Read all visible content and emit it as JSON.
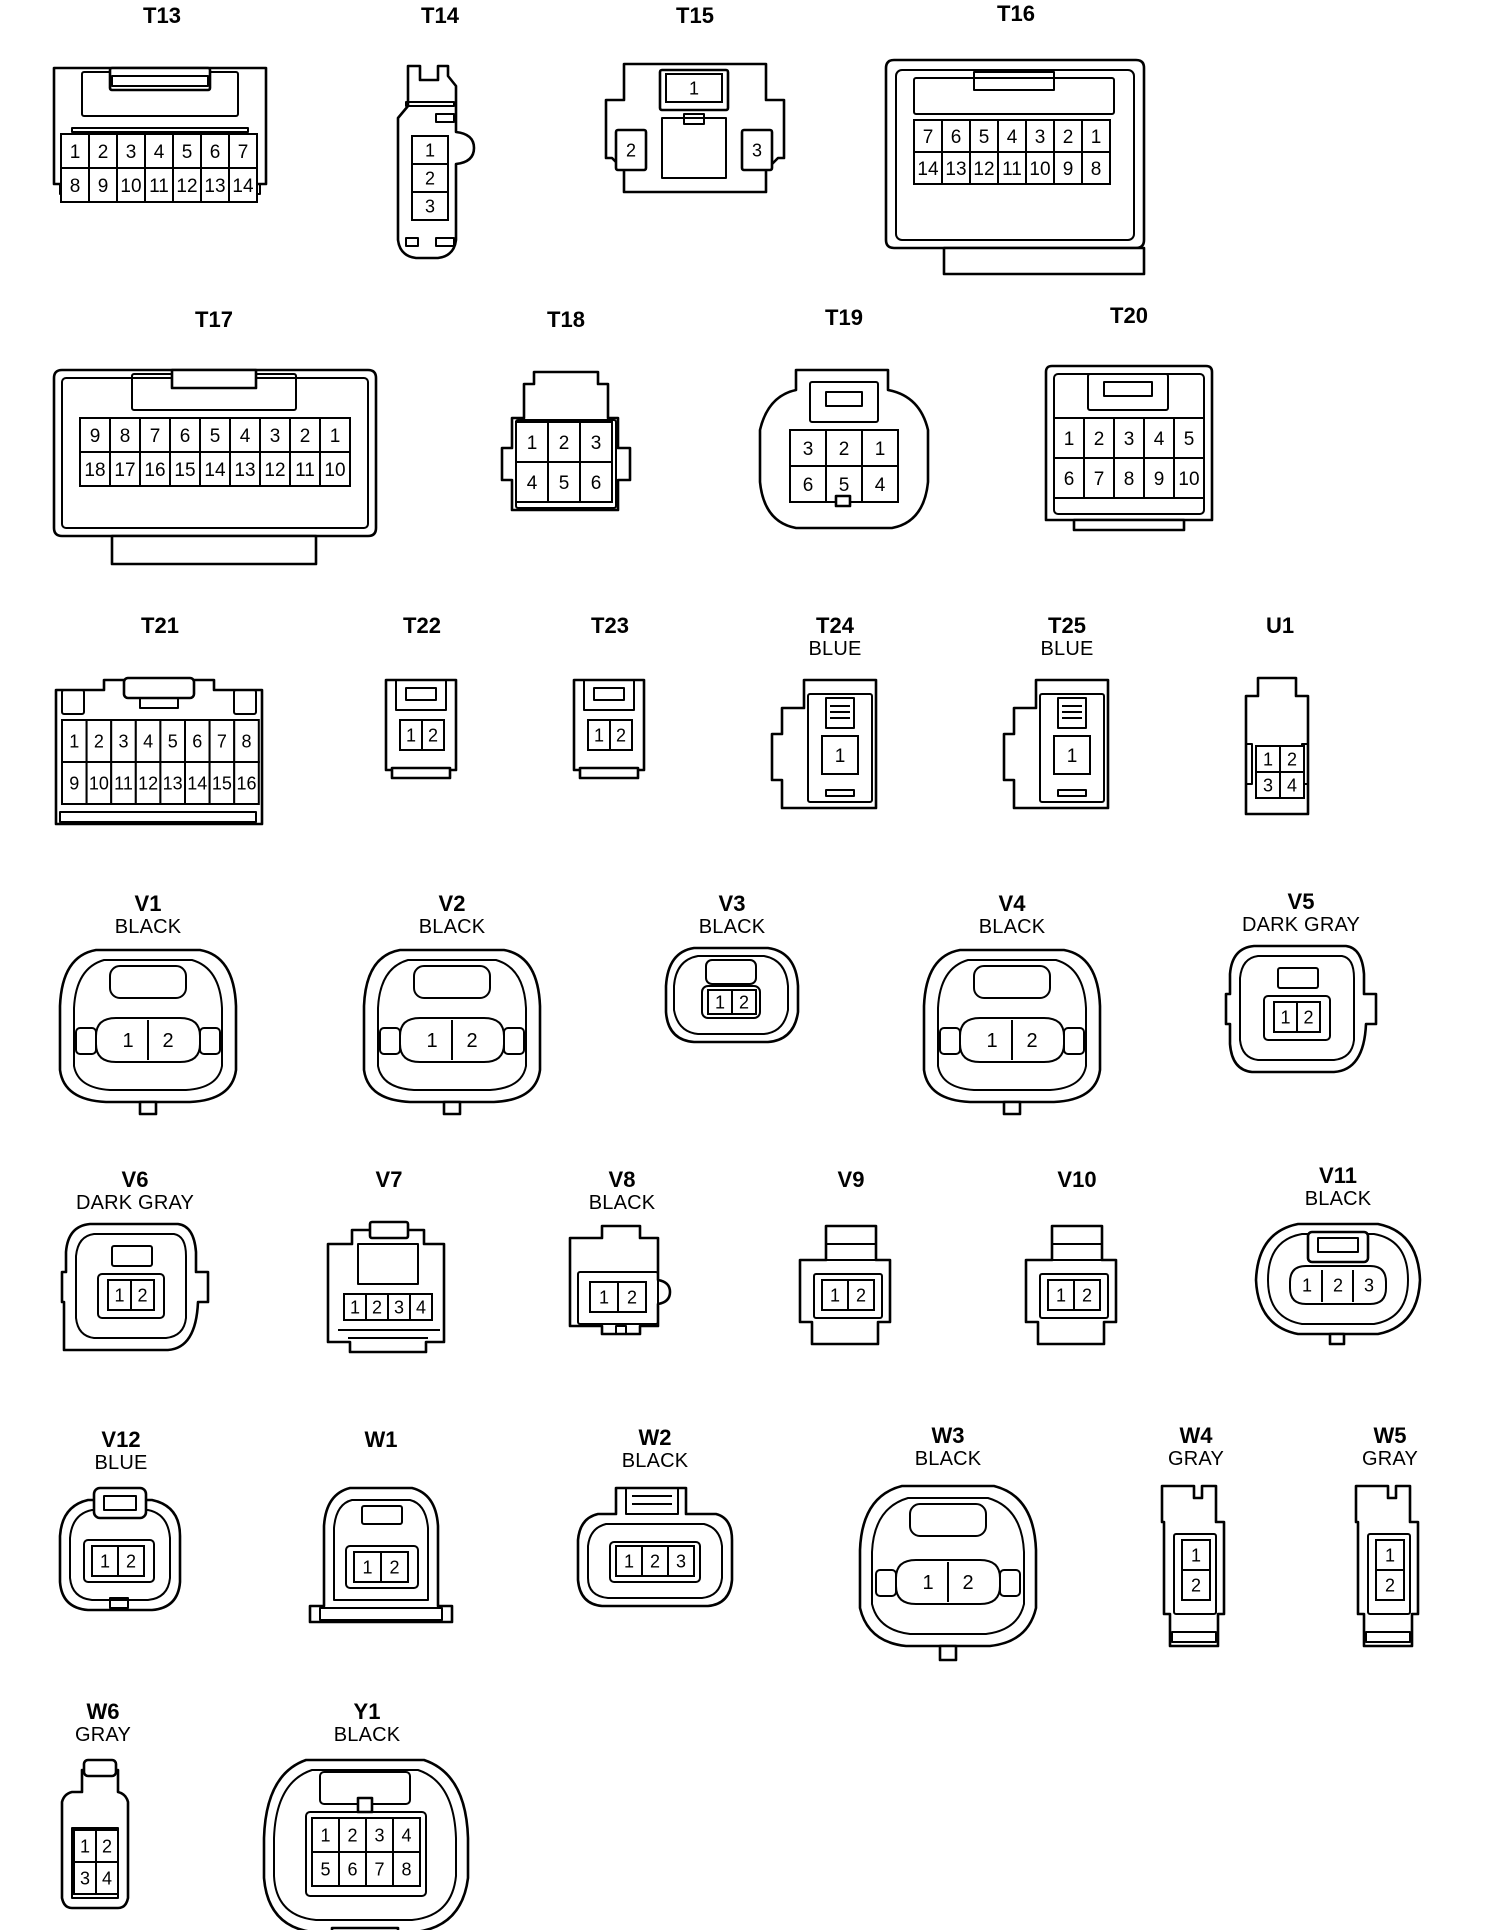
{
  "connectors": [
    {
      "id": "t13",
      "name": "T13",
      "color": "",
      "pins": [
        "1",
        "2",
        "3",
        "4",
        "5",
        "6",
        "7",
        "8",
        "9",
        "10",
        "11",
        "12",
        "13",
        "14"
      ]
    },
    {
      "id": "t14",
      "name": "T14",
      "color": "",
      "pins": [
        "1",
        "2",
        "3"
      ]
    },
    {
      "id": "t15",
      "name": "T15",
      "color": "",
      "pins": [
        "1",
        "2",
        "3"
      ]
    },
    {
      "id": "t16",
      "name": "T16",
      "color": "",
      "pins": [
        "7",
        "6",
        "5",
        "4",
        "3",
        "2",
        "1",
        "14",
        "13",
        "12",
        "11",
        "10",
        "9",
        "8"
      ]
    },
    {
      "id": "t17",
      "name": "T17",
      "color": "",
      "pins": [
        "9",
        "8",
        "7",
        "6",
        "5",
        "4",
        "3",
        "2",
        "1",
        "18",
        "17",
        "16",
        "15",
        "14",
        "13",
        "12",
        "11",
        "10"
      ]
    },
    {
      "id": "t18",
      "name": "T18",
      "color": "",
      "pins": [
        "1",
        "2",
        "3",
        "4",
        "5",
        "6"
      ]
    },
    {
      "id": "t19",
      "name": "T19",
      "color": "",
      "pins": [
        "3",
        "2",
        "1",
        "6",
        "5",
        "4"
      ]
    },
    {
      "id": "t20",
      "name": "T20",
      "color": "",
      "pins": [
        "1",
        "2",
        "3",
        "4",
        "5",
        "6",
        "7",
        "8",
        "9",
        "10"
      ]
    },
    {
      "id": "t21",
      "name": "T21",
      "color": "",
      "pins": [
        "1",
        "2",
        "3",
        "4",
        "5",
        "6",
        "7",
        "8",
        "9",
        "10",
        "11",
        "12",
        "13",
        "14",
        "15",
        "16"
      ]
    },
    {
      "id": "t22",
      "name": "T22",
      "color": "",
      "pins": [
        "1",
        "2"
      ]
    },
    {
      "id": "t23",
      "name": "T23",
      "color": "",
      "pins": [
        "1",
        "2"
      ]
    },
    {
      "id": "t24",
      "name": "T24",
      "color": "BLUE",
      "pins": [
        "1"
      ]
    },
    {
      "id": "t25",
      "name": "T25",
      "color": "BLUE",
      "pins": [
        "1"
      ]
    },
    {
      "id": "u1",
      "name": "U1",
      "color": "",
      "pins": [
        "1",
        "2",
        "3",
        "4"
      ]
    },
    {
      "id": "v1",
      "name": "V1",
      "color": "BLACK",
      "pins": [
        "1",
        "2"
      ]
    },
    {
      "id": "v2",
      "name": "V2",
      "color": "BLACK",
      "pins": [
        "1",
        "2"
      ]
    },
    {
      "id": "v3",
      "name": "V3",
      "color": "BLACK",
      "pins": [
        "1",
        "2"
      ]
    },
    {
      "id": "v4",
      "name": "V4",
      "color": "BLACK",
      "pins": [
        "1",
        "2"
      ]
    },
    {
      "id": "v5",
      "name": "V5",
      "color": "DARK GRAY",
      "pins": [
        "1",
        "2"
      ]
    },
    {
      "id": "v6",
      "name": "V6",
      "color": "DARK GRAY",
      "pins": [
        "1",
        "2"
      ]
    },
    {
      "id": "v7",
      "name": "V7",
      "color": "",
      "pins": [
        "1",
        "2",
        "3",
        "4"
      ]
    },
    {
      "id": "v8",
      "name": "V8",
      "color": "BLACK",
      "pins": [
        "1",
        "2"
      ]
    },
    {
      "id": "v9",
      "name": "V9",
      "color": "",
      "pins": [
        "1",
        "2"
      ]
    },
    {
      "id": "v10",
      "name": "V10",
      "color": "",
      "pins": [
        "1",
        "2"
      ]
    },
    {
      "id": "v11",
      "name": "V11",
      "color": "BLACK",
      "pins": [
        "1",
        "2",
        "3"
      ]
    },
    {
      "id": "v12",
      "name": "V12",
      "color": "BLUE",
      "pins": [
        "1",
        "2"
      ]
    },
    {
      "id": "w1",
      "name": "W1",
      "color": "",
      "pins": [
        "1",
        "2"
      ]
    },
    {
      "id": "w2",
      "name": "W2",
      "color": "BLACK",
      "pins": [
        "1",
        "2",
        "3"
      ]
    },
    {
      "id": "w3",
      "name": "W3",
      "color": "BLACK",
      "pins": [
        "1",
        "2"
      ]
    },
    {
      "id": "w4",
      "name": "W4",
      "color": "GRAY",
      "pins": [
        "1",
        "2"
      ]
    },
    {
      "id": "w5",
      "name": "W5",
      "color": "GRAY",
      "pins": [
        "1",
        "2"
      ]
    },
    {
      "id": "w6",
      "name": "W6",
      "color": "GRAY",
      "pins": [
        "1",
        "2",
        "3",
        "4"
      ]
    },
    {
      "id": "y1",
      "name": "Y1",
      "color": "BLACK",
      "pins": [
        "1",
        "2",
        "3",
        "4",
        "5",
        "6",
        "7",
        "8"
      ]
    }
  ]
}
